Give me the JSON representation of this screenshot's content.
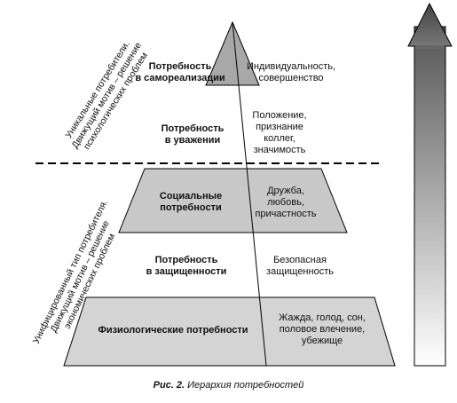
{
  "levels": {
    "self_actualization": {
      "need": [
        "Потребность",
        "в самореализации"
      ],
      "examples": [
        "Индивидуальность,",
        "совершенство"
      ]
    },
    "esteem": {
      "need": [
        "Потребность",
        "в уважении"
      ],
      "examples": [
        "Положение,",
        "признание",
        "коллег,",
        "значимость"
      ]
    },
    "social": {
      "need": [
        "Социальные",
        "потребности"
      ],
      "examples": [
        "Дружба,",
        "любовь,",
        "причастность"
      ]
    },
    "safety": {
      "need": [
        "Потребность",
        "в защищенности"
      ],
      "examples": [
        "Безопасная",
        "защищенность"
      ]
    },
    "physiological": {
      "need": [
        "Физиологические потребности"
      ],
      "examples": [
        "Жажда, голод, сон,",
        "половое влечение,",
        "убежище"
      ]
    }
  },
  "side_labels": {
    "upper": [
      "Уникальные потребители.",
      "Движущий мотив – решение",
      "психологических проблем"
    ],
    "lower": [
      "Унифицированный тип потребителя.",
      "Движущий мотив – решение",
      "экономических проблем"
    ]
  },
  "caption": {
    "prefix": "Рис. 2.",
    "text": "Иерархия потребностей"
  },
  "colors": {
    "band_fill": "#c8c8c8",
    "apex_fill": "#a8a8a8",
    "line": "#000000",
    "arrow_fill": "#777777"
  }
}
